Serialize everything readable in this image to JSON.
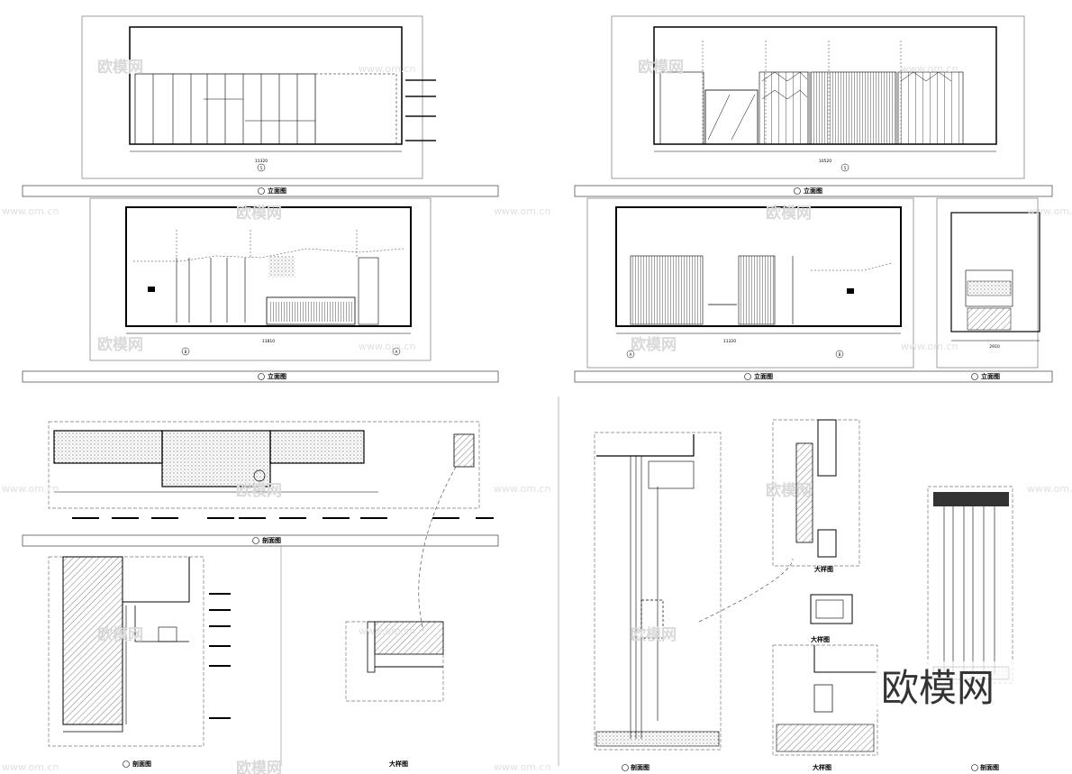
{
  "watermark": {
    "brand": "欧模网",
    "url": "www.om.cn"
  },
  "captions": {
    "elev_tl": "立面图",
    "elev_tr": "立面图",
    "elev_ml": "立面图",
    "elev_mr": "立面图",
    "elev_side": "立面图",
    "plan_detail": "剖面图",
    "detail_bl": "剖面图",
    "detail_bm": "大样图",
    "detail_br1": "剖面图",
    "detail_br2": "大样图",
    "detail_br3": "大样图",
    "detail_br4": "大样图",
    "detail_far": "剖面图"
  },
  "dims": {
    "tl_total": "11320",
    "tr_total": "10520",
    "ml_total": "11810",
    "mr_total": "11320",
    "side_total": "2910"
  },
  "axis_markers": {
    "tl": "5",
    "tr": "5",
    "ml_a": "B",
    "ml_b": "A",
    "mr_a": "A",
    "mr_b": "B"
  },
  "colors": {
    "line": "#000000",
    "frame": "#555555",
    "watermark": "#d9d9d9"
  }
}
